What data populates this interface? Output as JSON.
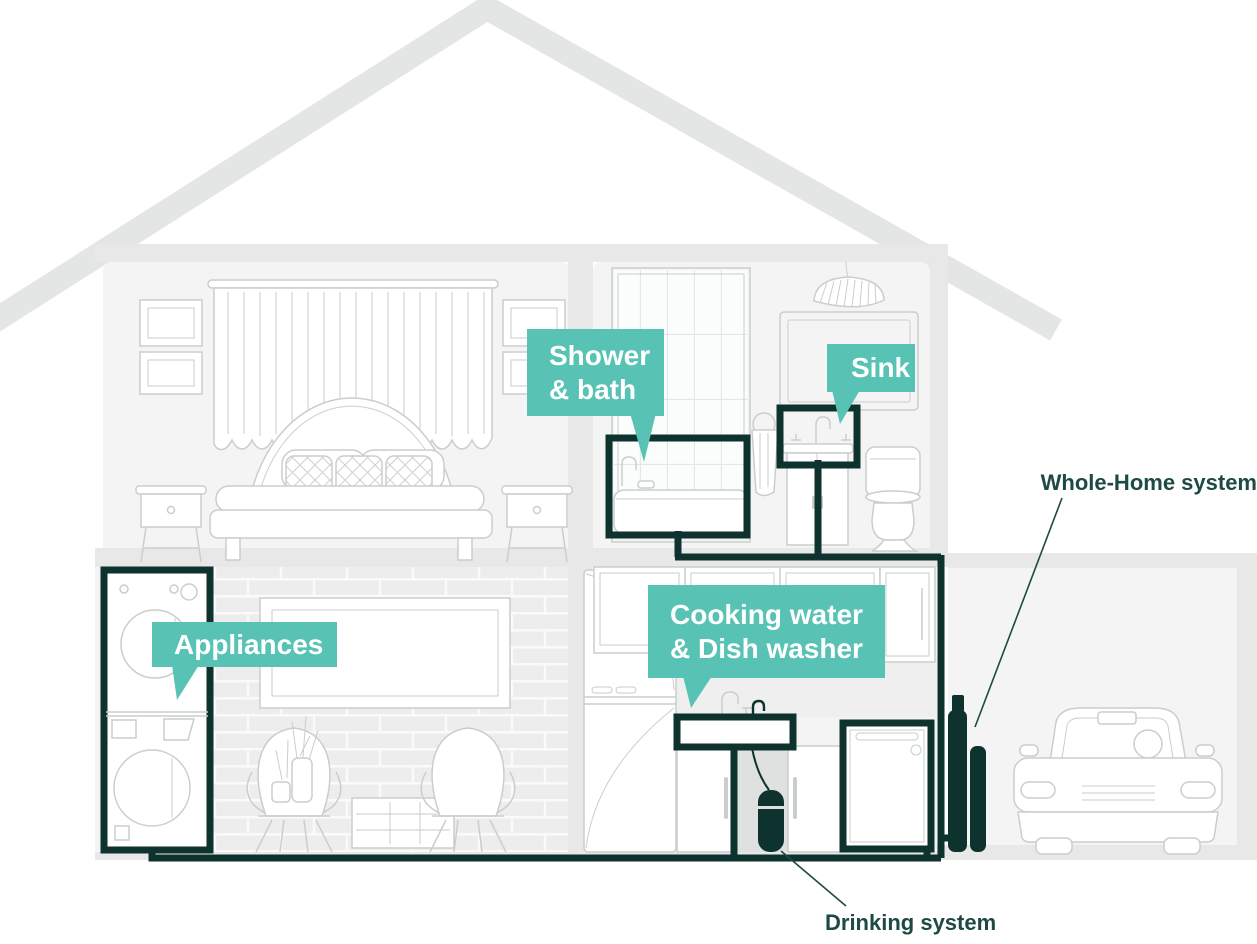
{
  "diagram": {
    "callouts": {
      "shower_bath": {
        "line1": "Shower",
        "line2": "& bath"
      },
      "sink": {
        "label": "Sink"
      },
      "appliances": {
        "label": "Appliances"
      },
      "cooking_dishwasher": {
        "line1": "Cooking water",
        "line2": "& Dish washer"
      }
    },
    "labels": {
      "whole_home_system": "Whole-Home system",
      "drinking_system": "Drinking system"
    },
    "colors": {
      "callout_bg": "#58c3b4",
      "callout_text": "#ffffff",
      "dark_teal": "#0e322d",
      "label_text": "#1d4a43",
      "room_fill": "#f4f4f5",
      "wall_fill": "#e8e8e9",
      "roof_fill": "#e4e5e5",
      "outline": "#c9cecd",
      "brick_fill": "#ededee"
    }
  }
}
